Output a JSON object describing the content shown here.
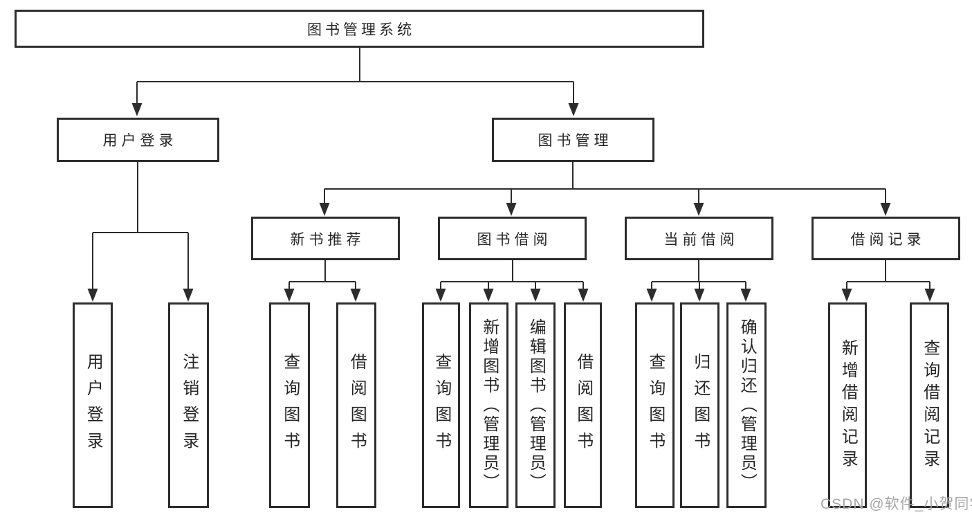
{
  "title": "图书管理系统",
  "watermark": "CSDN @软件_小贺同学",
  "colors": {
    "line": "#2d2d2d",
    "box_border": "#2d2d2d",
    "text": "#262626",
    "watermark_text": "#a6a6a6",
    "background": "#ffffff"
  },
  "tree": {
    "root_label": "图书管理系统",
    "branches": [
      {
        "label": "用户登录",
        "children": [
          {
            "label": "用户登录"
          },
          {
            "label": "注销登录"
          }
        ]
      },
      {
        "label": "图书管理",
        "children": [
          {
            "label": "新书推荐",
            "children": [
              {
                "label": "查询图书"
              },
              {
                "label": "借阅图书"
              }
            ]
          },
          {
            "label": "图书借阅",
            "children": [
              {
                "label": "查询图书"
              },
              {
                "label": "新增图书（管理员）"
              },
              {
                "label": "编辑图书（管理员）"
              },
              {
                "label": "借阅图书"
              }
            ]
          },
          {
            "label": "当前借阅",
            "children": [
              {
                "label": "查询图书"
              },
              {
                "label": "归还图书"
              },
              {
                "label": "确认归还（管理员）"
              }
            ]
          },
          {
            "label": "借阅记录",
            "children": [
              {
                "label": "新增借阅记录"
              },
              {
                "label": "查询借阅记录"
              }
            ]
          }
        ]
      }
    ]
  }
}
